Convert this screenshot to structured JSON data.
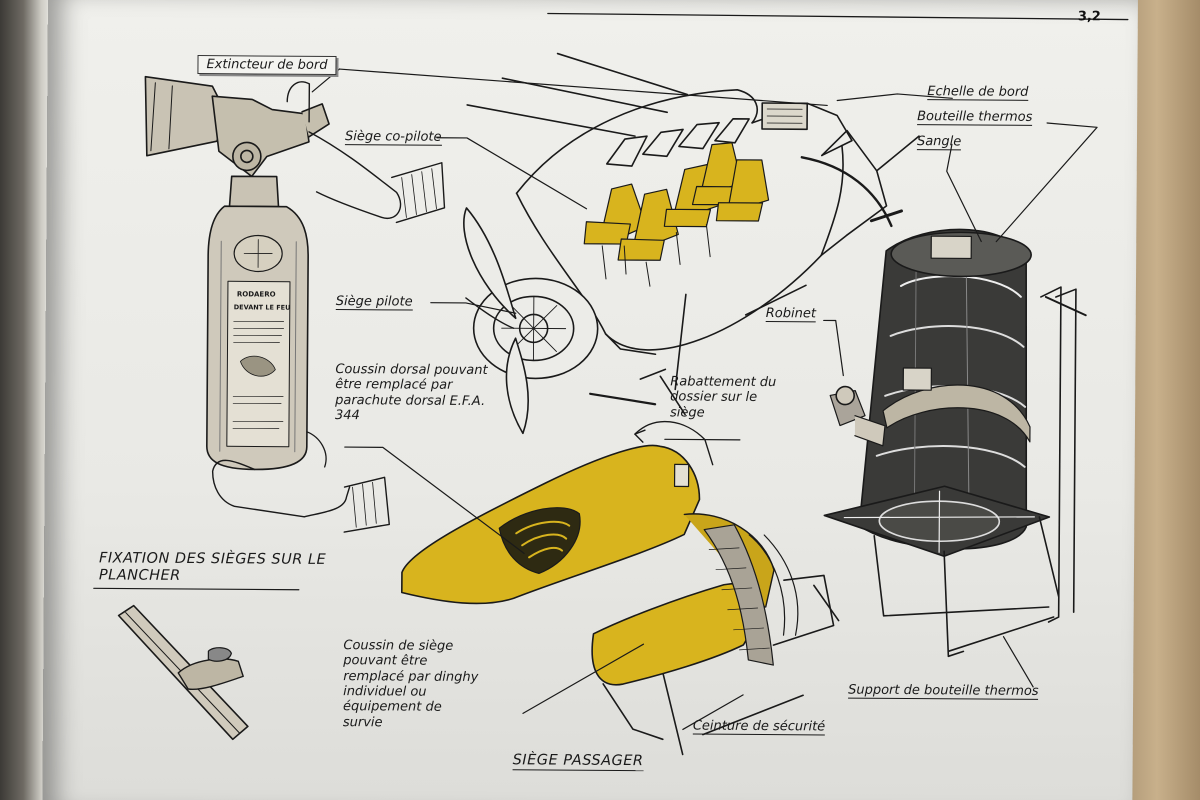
{
  "page_number": "3,2",
  "labels": {
    "extincteur": "Extincteur de bord",
    "siege_copilote": "Siège co-pilote",
    "siege_pilote": "Siège pilote",
    "echelle": "Echelle de bord",
    "bouteille": "Bouteille thermos",
    "sangle": "Sangle",
    "robinet": "Robinet",
    "coussin_dorsal": "Coussin dorsal pouvant être remplacé par parachute dorsal E.F.A. 344",
    "rabattement": "Rabattement du dossier sur le siège",
    "fixation": "FIXATION DES SIÈGES SUR LE PLANCHER",
    "coussin_siege": "Coussin de siège pouvant être remplacé par dinghy individuel ou équipement de survie",
    "siege_passager": "SIÈGE PASSAGER",
    "ceinture": "Ceinture de sécurité",
    "support": "Support de bouteille thermos"
  },
  "extinguisher_text": {
    "brand": "RODAERO",
    "warning": "DEVANT LE FEU"
  },
  "colors": {
    "seat_yellow": "#d8b41e",
    "ink": "#1a1a1a",
    "paper": "#ecece8",
    "extinguisher_metal": "#c9c3b4"
  }
}
